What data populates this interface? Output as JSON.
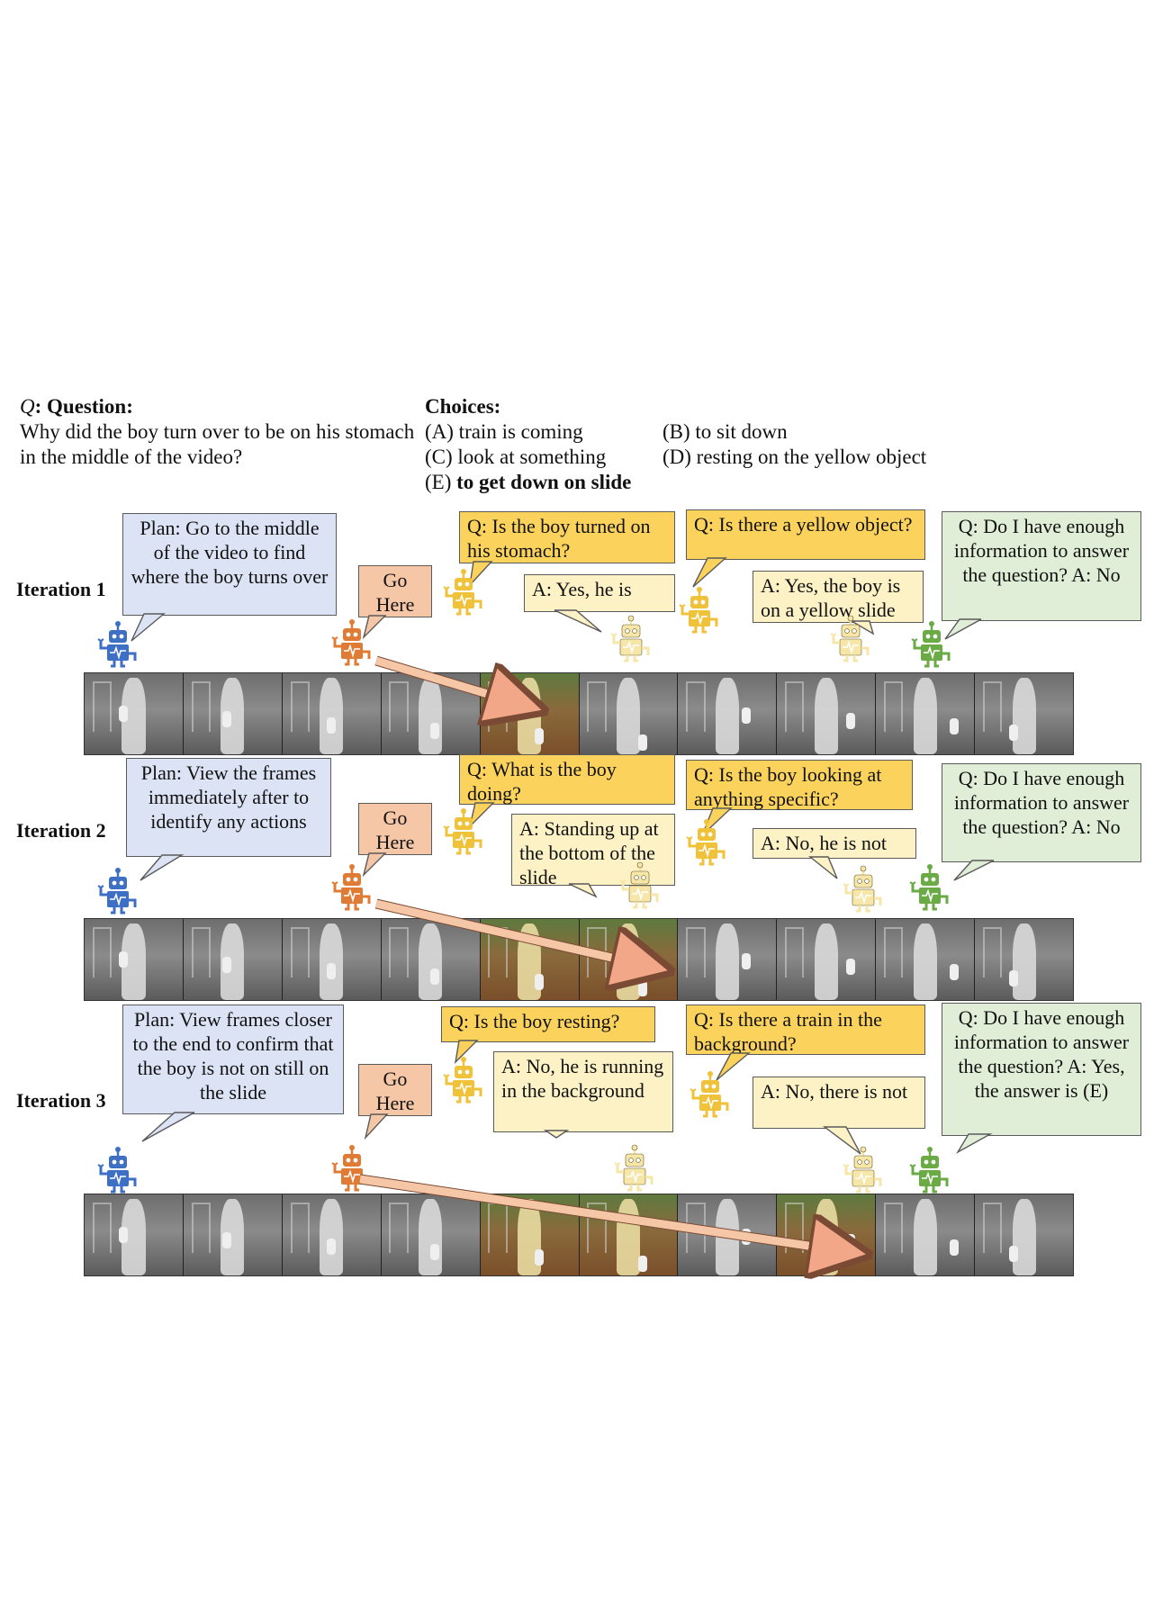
{
  "question": {
    "symbol": "Q",
    "label": ": Question:",
    "text": "Why did the boy turn over to be on his stomach in the middle of the video?"
  },
  "choices": {
    "label": "Choices:",
    "A": "(A) train is coming",
    "B": "(B) to sit down",
    "C": "(C) look at something",
    "D": "(D) resting on the yellow object",
    "E_prefix": "(E) ",
    "E_text": "to get down on slide"
  },
  "iterations": [
    {
      "label": "Iteration 1",
      "plan": "Plan: Go to the middle of the video to find where the boy turns over",
      "go": "Go Here",
      "q1": "Q: Is the boy turned on his stomach?",
      "a1": "A: Yes, he is",
      "q2": "Q: Is there a yellow object?",
      "a2": "A: Yes, the boy is on a yellow slide",
      "suff": "Q: Do I have enough information to answer the question? A: No"
    },
    {
      "label": "Iteration 2",
      "plan": "Plan: View the frames immediately after to identify any actions",
      "go": "Go Here",
      "q1": "Q: What is the boy doing?",
      "a1": "A: Standing up at the bottom of the slide",
      "q2": "Q: Is the boy looking at anything specific?",
      "a2": "A: No, he is not",
      "suff": "Q: Do I have enough information to answer the question? A: No"
    },
    {
      "label": "Iteration 3",
      "plan": "Plan: View frames closer to the end to confirm that the boy is not on still on the slide",
      "go": "Go Here",
      "q1": "Q: Is the boy resting?",
      "a1": "A: No, he is running in the background",
      "q2": "Q: Is there a train in the background?",
      "a2": "A: No, there is not",
      "suff": "Q: Do I have enough information to answer the question? A: Yes, the answer is (E)"
    }
  ],
  "strips": [
    {
      "highlight": [
        4
      ]
    },
    {
      "highlight": [
        4,
        5
      ]
    },
    {
      "highlight": [
        4,
        5,
        7
      ]
    }
  ],
  "colors": {
    "planner_robot": "#3d6fc4",
    "navigator_robot": "#e07b35",
    "questioner_robot": "#f0c23a",
    "answerer_robot": "#f6e6a8",
    "judge_robot": "#6aab45",
    "arrow": "#f6c7a7"
  }
}
